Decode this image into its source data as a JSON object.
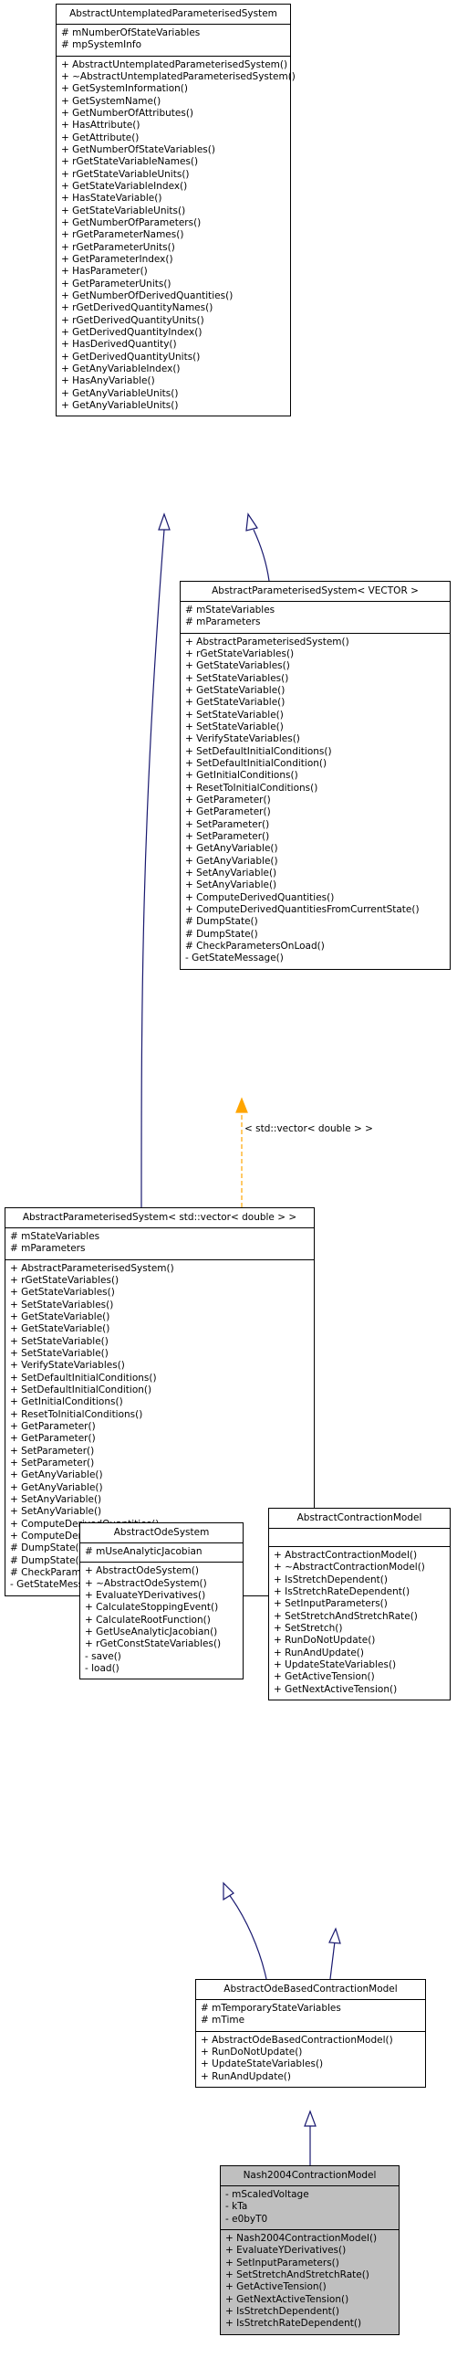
{
  "classes": {
    "untemplated": {
      "title": "AbstractUntemplatedParameterisedSystem",
      "attributes": [
        "# mNumberOfStateVariables",
        "# mpSystemInfo"
      ],
      "methods": [
        "+ AbstractUntemplatedParameterisedSystem()",
        "+ ~AbstractUntemplatedParameterisedSystem()",
        "+ GetSystemInformation()",
        "+ GetSystemName()",
        "+ GetNumberOfAttributes()",
        "+ HasAttribute()",
        "+ GetAttribute()",
        "+ GetNumberOfStateVariables()",
        "+ rGetStateVariableNames()",
        "+ rGetStateVariableUnits()",
        "+ GetStateVariableIndex()",
        "+ HasStateVariable()",
        "+ GetStateVariableUnits()",
        "+ GetNumberOfParameters()",
        "+ rGetParameterNames()",
        "+ rGetParameterUnits()",
        "+ GetParameterIndex()",
        "+ HasParameter()",
        "+ GetParameterUnits()",
        "+ GetNumberOfDerivedQuantities()",
        "+ rGetDerivedQuantityNames()",
        "+ rGetDerivedQuantityUnits()",
        "+ GetDerivedQuantityIndex()",
        "+ HasDerivedQuantity()",
        "+ GetDerivedQuantityUnits()",
        "+ GetAnyVariableIndex()",
        "+ HasAnyVariable()",
        "+ GetAnyVariableUnits()",
        "+ GetAnyVariableUnits()"
      ]
    },
    "param_vector": {
      "title": "AbstractParameterisedSystem< VECTOR >",
      "attributes": [
        "# mStateVariables",
        "# mParameters"
      ],
      "methods": [
        "+ AbstractParameterisedSystem()",
        "+ rGetStateVariables()",
        "+ GetStateVariables()",
        "+ SetStateVariables()",
        "+ GetStateVariable()",
        "+ GetStateVariable()",
        "+ SetStateVariable()",
        "+ SetStateVariable()",
        "+ VerifyStateVariables()",
        "+ SetDefaultInitialConditions()",
        "+ SetDefaultInitialCondition()",
        "+ GetInitialConditions()",
        "+ ResetToInitialConditions()",
        "+ GetParameter()",
        "+ GetParameter()",
        "+ SetParameter()",
        "+ SetParameter()",
        "+ GetAnyVariable()",
        "+ GetAnyVariable()",
        "+ SetAnyVariable()",
        "+ SetAnyVariable()",
        "+ ComputeDerivedQuantities()",
        "+ ComputeDerivedQuantitiesFromCurrentState()",
        "# DumpState()",
        "# DumpState()",
        "# CheckParametersOnLoad()",
        "- GetStateMessage()"
      ]
    },
    "param_stdvector": {
      "title": "AbstractParameterisedSystem< std::vector< double > >",
      "attributes": [
        "# mStateVariables",
        "# mParameters"
      ],
      "methods": [
        "+ AbstractParameterisedSystem()",
        "+ rGetStateVariables()",
        "+ GetStateVariables()",
        "+ SetStateVariables()",
        "+ GetStateVariable()",
        "+ GetStateVariable()",
        "+ SetStateVariable()",
        "+ SetStateVariable()",
        "+ VerifyStateVariables()",
        "+ SetDefaultInitialConditions()",
        "+ SetDefaultInitialCondition()",
        "+ GetInitialConditions()",
        "+ ResetToInitialConditions()",
        "+ GetParameter()",
        "+ GetParameter()",
        "+ SetParameter()",
        "+ SetParameter()",
        "+ GetAnyVariable()",
        "+ GetAnyVariable()",
        "+ SetAnyVariable()",
        "+ SetAnyVariable()",
        "+ ComputeDerivedQuantities()",
        "+ ComputeDerivedQuantitiesFromCurrentState()",
        "# DumpState()",
        "# DumpState()",
        "# CheckParametersOnLoad()",
        "- GetStateMessage()"
      ]
    },
    "ode_system": {
      "title": "AbstractOdeSystem",
      "attributes": [
        "# mUseAnalyticJacobian"
      ],
      "methods": [
        "+ AbstractOdeSystem()",
        "+ ~AbstractOdeSystem()",
        "+ EvaluateYDerivatives()",
        "+ CalculateStoppingEvent()",
        "+ CalculateRootFunction()",
        "+ GetUseAnalyticJacobian()",
        "+ rGetConstStateVariables()",
        "- save()",
        "- load()"
      ]
    },
    "contraction": {
      "title": "AbstractContractionModel",
      "attributes": [],
      "methods": [
        "+ AbstractContractionModel()",
        "+ ~AbstractContractionModel()",
        "+ IsStretchDependent()",
        "+ IsStretchRateDependent()",
        "+ SetInputParameters()",
        "+ SetStretchAndStretchRate()",
        "+ SetStretch()",
        "+ RunDoNotUpdate()",
        "+ RunAndUpdate()",
        "+ UpdateStateVariables()",
        "+ GetActiveTension()",
        "+ GetNextActiveTension()"
      ]
    },
    "ode_contraction": {
      "title": "AbstractOdeBasedContractionModel",
      "attributes": [
        "# mTemporaryStateVariables",
        "# mTime"
      ],
      "methods": [
        "+ AbstractOdeBasedContractionModel()",
        "+ RunDoNotUpdate()",
        "+ UpdateStateVariables()",
        "+ RunAndUpdate()"
      ]
    },
    "nash": {
      "title": "Nash2004ContractionModel",
      "attributes": [
        "- mScaledVoltage",
        "- kTa",
        "- e0byT0"
      ],
      "methods": [
        "+ Nash2004ContractionModel()",
        "+ EvaluateYDerivatives()",
        "+ SetInputParameters()",
        "+ SetStretchAndStretchRate()",
        "+ GetActiveTension()",
        "+ GetNextActiveTension()",
        "+ IsStretchDependent()",
        "+ IsStretchRateDependent()"
      ]
    }
  },
  "template_label": "< std::vector< double > >",
  "colors": {
    "inheritance_edge": "#191970",
    "template_edge": "#ffa500",
    "highlight_fill": "#bfbfbf"
  }
}
